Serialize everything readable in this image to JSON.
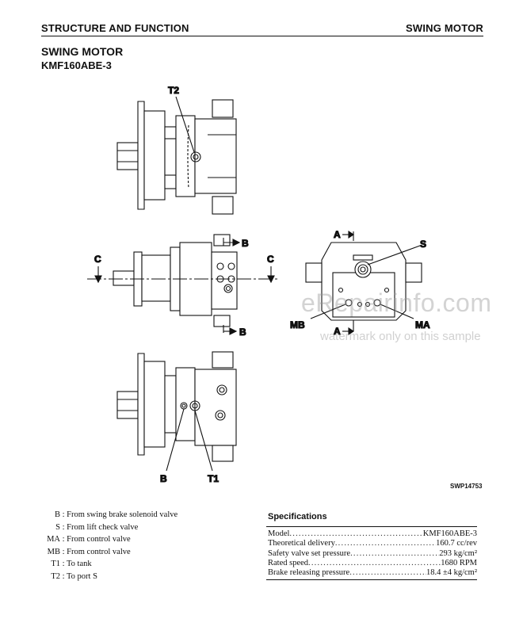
{
  "header": {
    "section": "STRUCTURE AND FUNCTION",
    "topic": "SWING MOTOR"
  },
  "page_title": "SWING MOTOR",
  "model_code": "KMF160ABE-3",
  "figure": {
    "labels": {
      "t2": "T2",
      "b_arrow_top": "B",
      "b_arrow_bottom": "B",
      "c_left": "C",
      "c_right": "C",
      "a_top": "A",
      "a_bottom": "A",
      "s": "S",
      "mb": "MB",
      "ma": "MA",
      "b_port": "B",
      "t1": "T1"
    },
    "figure_id": "SWP14753"
  },
  "legend": [
    {
      "key": "B",
      "text": ": From swing brake solenoid valve"
    },
    {
      "key": "S",
      "text": ": From lift check valve"
    },
    {
      "key": "MA",
      "text": ": From control valve"
    },
    {
      "key": "MB",
      "text": ": From control valve"
    },
    {
      "key": "T1",
      "text": ": To tank"
    },
    {
      "key": "T2",
      "text": ": To port S"
    }
  ],
  "specifications": {
    "title": "Specifications",
    "rows": [
      {
        "name": "Model",
        "value": "KMF160ABE-3"
      },
      {
        "name": "Theoretical delivery",
        "value": "160.7 cc/rev"
      },
      {
        "name": "Safety valve set pressure",
        "value": "293 kg/cm²"
      },
      {
        "name": "Rated speed",
        "value": "1680 RPM"
      },
      {
        "name": "Brake releasing pressure",
        "value": "18.4 ±4 kg/cm²"
      }
    ]
  },
  "watermark": {
    "site": "eRepairinfo.com",
    "note": "watermark only on this sample"
  }
}
